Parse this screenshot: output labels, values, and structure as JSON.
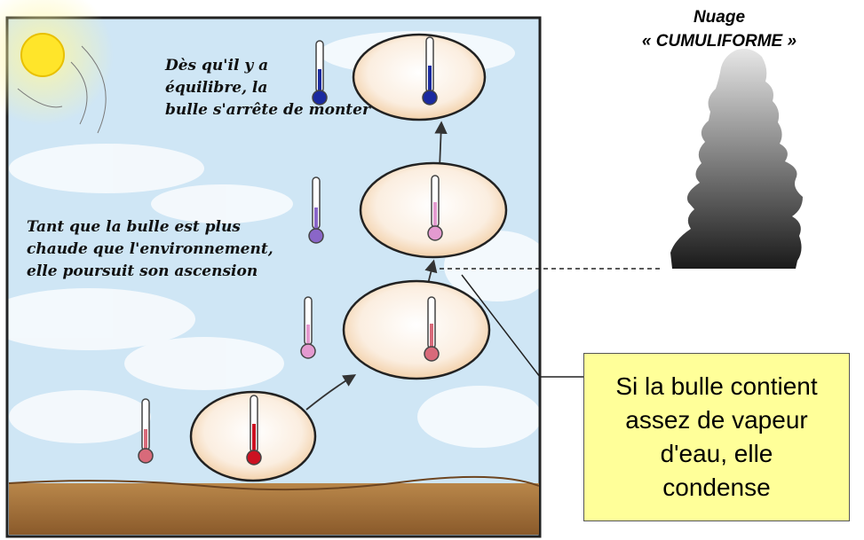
{
  "illustration": {
    "text_equilibrium": "Dès qu'il y a\néquilibre, la\nbulle s'arrête de monter",
    "text_ascension": "Tant que la bulle est plus\nchaude que l'environnement,\nelle poursuit son ascension"
  },
  "cloud": {
    "title": "Nuage\n« CUMULIFORME »"
  },
  "callout": {
    "text": "Si la bulle contient\nassez de vapeur\nd'eau, elle\ncondense",
    "color": "#ffff99"
  },
  "thermometer_colors": {
    "hot": "#cc1122",
    "warm": "#d86a7a",
    "pink": "#e49ad0",
    "purple": "#8a66c8",
    "cold": "#1a2aa0"
  }
}
